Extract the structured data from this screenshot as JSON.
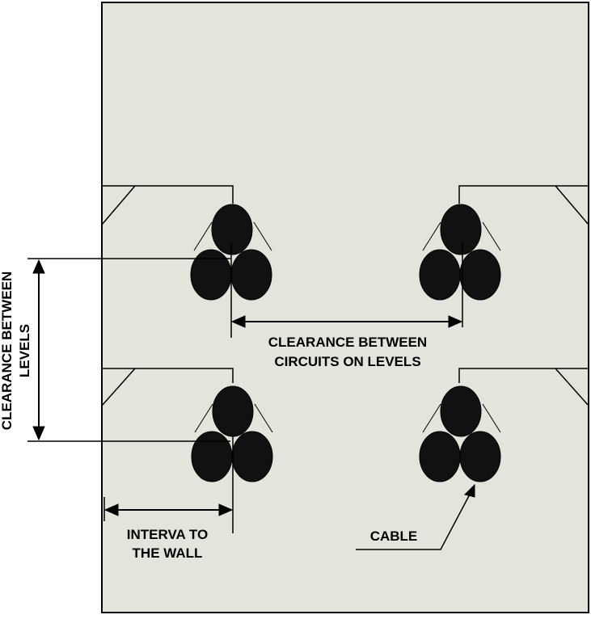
{
  "labels": {
    "clearance_levels_line1": "CLEARANCE BETWEEN",
    "clearance_levels_line2": "LEVELS",
    "clearance_circuits_line1": "CLEARANCE BETWEEN",
    "clearance_circuits_line2": "CIRCUITS ON LEVELS",
    "interval_line1": "INTERVA TO",
    "interval_line2": "THE WALL",
    "cable": "CABLE"
  },
  "colors": {
    "tunnel_fill": "#e4e3dc",
    "cable_fill": "#111111",
    "line": "#000000"
  }
}
